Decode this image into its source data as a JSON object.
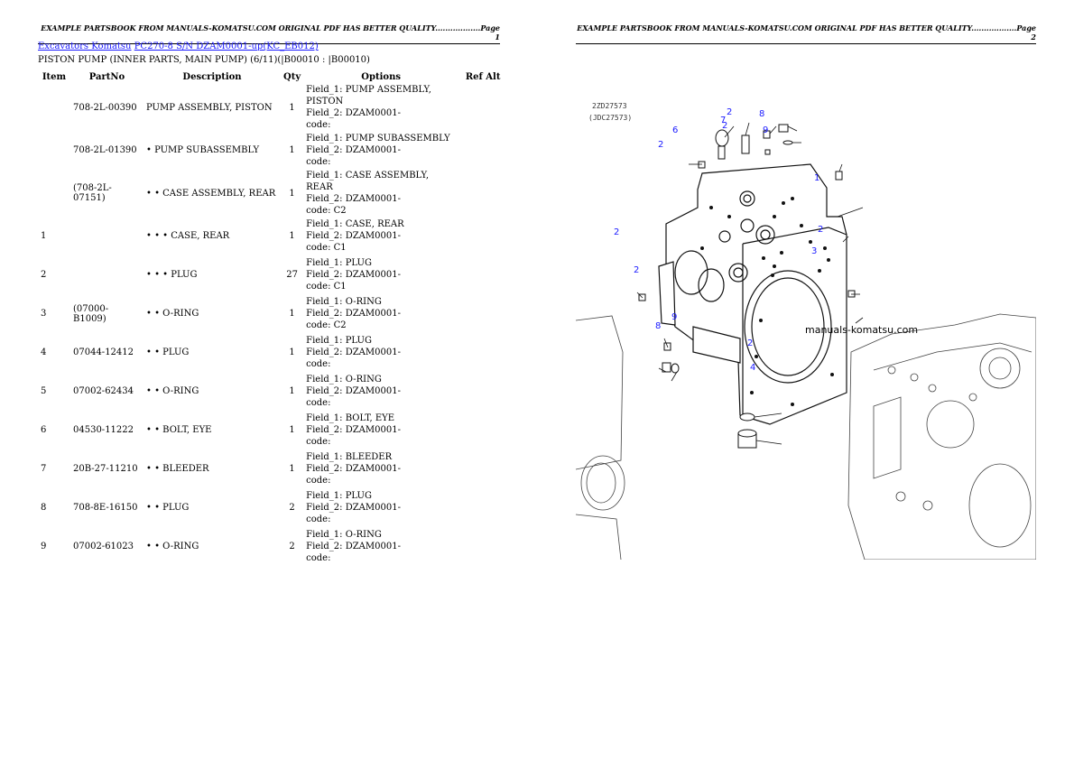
{
  "page1_header": "EXAMPLE PARTSBOOK FROM MANUALS-KOMATSU.COM ORIGINAL PDF HAS BETTER QUALITY..................Page 1",
  "page2_header": "EXAMPLE PARTSBOOK FROM MANUALS-KOMATSU.COM ORIGINAL PDF HAS BETTER QUALITY..................Page 2",
  "breadcrumb": {
    "link1": "Excavators Komatsu",
    "link2": "PC270-8 S/N DZAM0001-up(KC_EB012)"
  },
  "subtitle": "PISTON PUMP (INNER PARTS, MAIN PUMP) (6/11)(|B00010 : |B00010)",
  "columns": {
    "item": "Item",
    "partno": "PartNo",
    "description": "Description",
    "qty": "Qty",
    "options": "Options",
    "refalt": "Ref Alt"
  },
  "rows": [
    {
      "item": "",
      "partno": "708-2L-00390",
      "desc": "PUMP ASSEMBLY, PISTON",
      "qty": "1",
      "opt1": "Field_1: PUMP ASSEMBLY, PISTON",
      "opt2": "Field_2: DZAM0001-",
      "opt3": "code:"
    },
    {
      "item": "",
      "partno": "708-2L-01390",
      "desc": "• PUMP SUBASSEMBLY",
      "qty": "1",
      "opt1": "Field_1: PUMP SUBASSEMBLY",
      "opt2": "Field_2: DZAM0001-",
      "opt3": "code:"
    },
    {
      "item": "",
      "partno": "(708-2L-07151)",
      "desc": "• • CASE ASSEMBLY, REAR",
      "qty": "1",
      "opt1": "Field_1: CASE ASSEMBLY, REAR",
      "opt2": "Field_2: DZAM0001-",
      "opt3": "code: C2"
    },
    {
      "item": "1",
      "partno": "",
      "desc": "• • • CASE, REAR",
      "qty": "1",
      "opt1": "Field_1: CASE, REAR",
      "opt2": "Field_2: DZAM0001-",
      "opt3": "code: C1"
    },
    {
      "item": "2",
      "partno": "",
      "desc": "• • • PLUG",
      "qty": "27",
      "opt1": "Field_1: PLUG",
      "opt2": "Field_2: DZAM0001-",
      "opt3": "code: C1"
    },
    {
      "item": "3",
      "partno": "(07000-B1009)",
      "desc": "• • O-RING",
      "qty": "1",
      "opt1": "Field_1: O-RING",
      "opt2": "Field_2: DZAM0001-",
      "opt3": "code: C2"
    },
    {
      "item": "4",
      "partno": "07044-12412",
      "desc": "• • PLUG",
      "qty": "1",
      "opt1": "Field_1: PLUG",
      "opt2": "Field_2: DZAM0001-",
      "opt3": "code:"
    },
    {
      "item": "5",
      "partno": "07002-62434",
      "desc": "• • O-RING",
      "qty": "1",
      "opt1": "Field_1: O-RING",
      "opt2": "Field_2: DZAM0001-",
      "opt3": "code:"
    },
    {
      "item": "6",
      "partno": "04530-11222",
      "desc": "• • BOLT, EYE",
      "qty": "1",
      "opt1": "Field_1: BOLT, EYE",
      "opt2": "Field_2: DZAM0001-",
      "opt3": "code:"
    },
    {
      "item": "7",
      "partno": "20B-27-11210",
      "desc": "• • BLEEDER",
      "qty": "1",
      "opt1": "Field_1: BLEEDER",
      "opt2": "Field_2: DZAM0001-",
      "opt3": "code:"
    },
    {
      "item": "8",
      "partno": "708-8E-16150",
      "desc": "• • PLUG",
      "qty": "2",
      "opt1": "Field_1: PLUG",
      "opt2": "Field_2: DZAM0001-",
      "opt3": "code:"
    },
    {
      "item": "9",
      "partno": "07002-61023",
      "desc": "• • O-RING",
      "qty": "2",
      "opt1": "Field_1: O-RING",
      "opt2": "Field_2: DZAM0001-",
      "opt3": "code:"
    }
  ],
  "diagram": {
    "drawing_no_1": "2ZD27573",
    "drawing_no_2": "(JDC27573)",
    "watermark": "manuals-komatsu.com",
    "callouts": [
      "2",
      "8",
      "7",
      "6",
      "2",
      "9",
      "2",
      "1",
      "2",
      "2",
      "3",
      "2",
      "8",
      "9",
      "4",
      "2"
    ]
  }
}
